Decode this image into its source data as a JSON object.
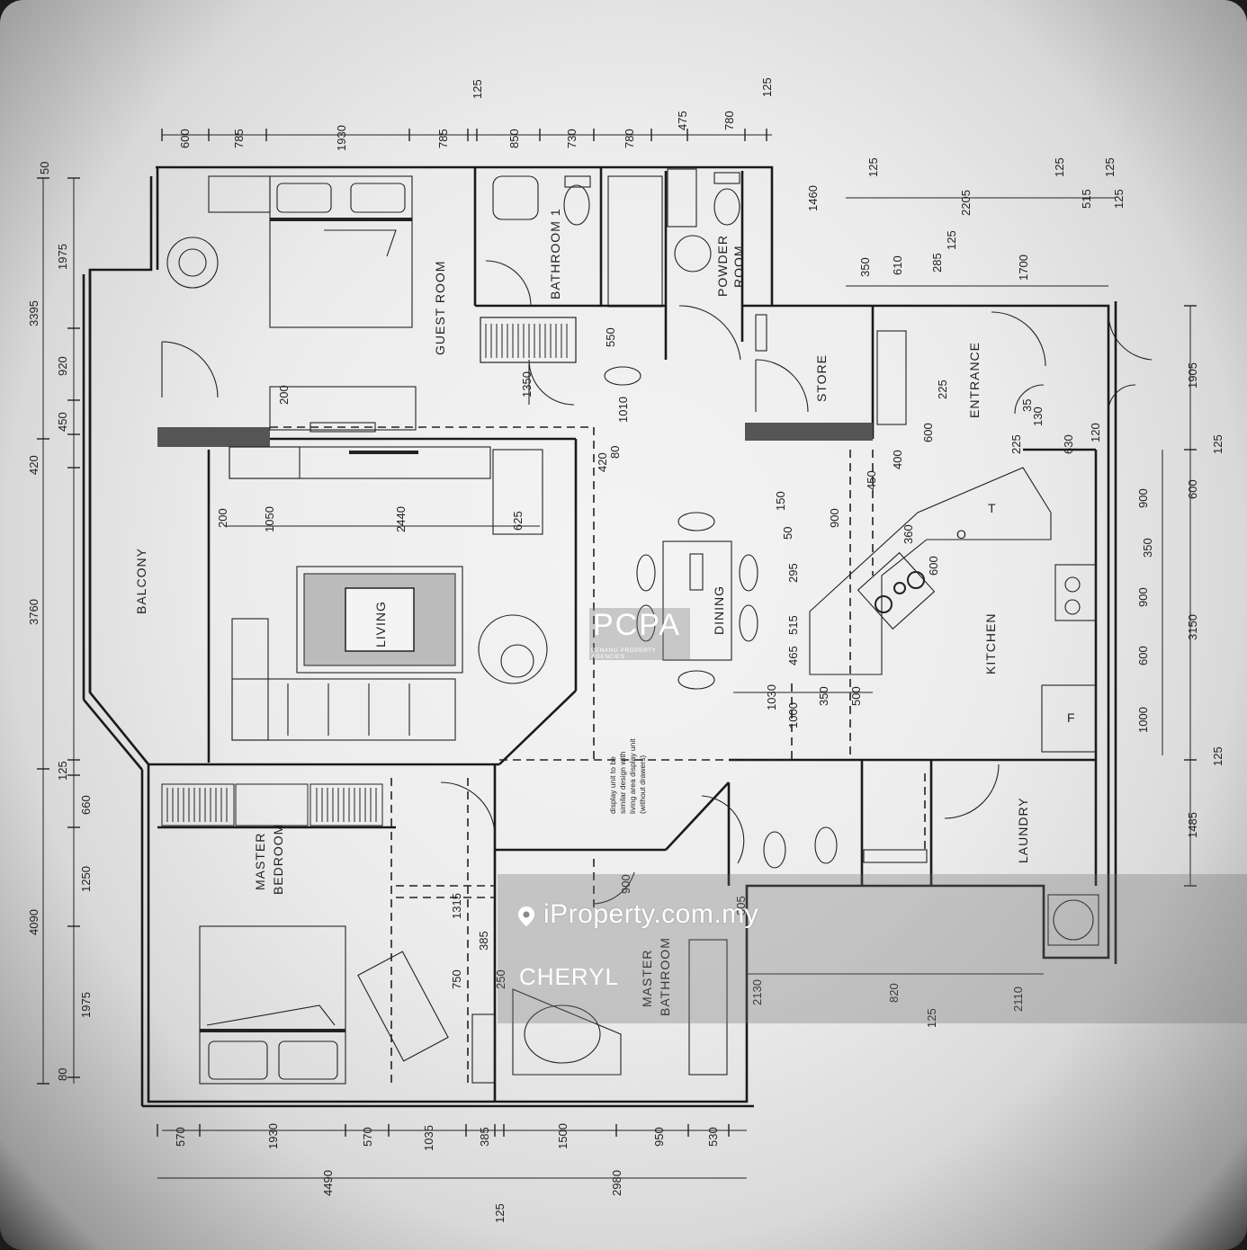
{
  "rooms": {
    "guest_room": "GUEST ROOM",
    "bathroom_1": "BATHROOM 1",
    "powder_room_line1": "POWDER",
    "powder_room_line2": "ROOM",
    "store": "STORE",
    "entrance": "ENTRANCE",
    "balcony": "BALCONY",
    "living": "LIVING",
    "dining": "DINING",
    "kitchen": "KITCHEN",
    "laundry": "LAUNDRY",
    "master_bedroom_line1": "MASTER",
    "master_bedroom_line2": "BEDROOM",
    "master_bathroom_line1": "MASTER",
    "master_bathroom_line2": "BATHROOM"
  },
  "fixtures": {
    "oven": "O",
    "tank": "T",
    "fridge": "F"
  },
  "note": {
    "lines": [
      "display unit to be",
      "similar design with",
      "living area display unit",
      "(without drawers)"
    ]
  },
  "dimensions": {
    "top": [
      "600",
      "785",
      "1930",
      "785",
      "125",
      "850",
      "730",
      "780",
      "475",
      "780",
      "125"
    ],
    "left": [
      "50",
      "1975",
      "3395",
      "920",
      "450",
      "420",
      "3760",
      "125",
      "660",
      "1250",
      "4090",
      "1975",
      "80"
    ],
    "bottom_row1": [
      "570",
      "1930",
      "570",
      "1035",
      "385",
      "1500",
      "950",
      "530"
    ],
    "bottom_row2": [
      "4490",
      "2980"
    ],
    "bottom_125": "125",
    "right_upper": [
      "125",
      "1460",
      "125",
      "2205",
      "125",
      "515",
      "125"
    ],
    "right_row2": [
      "350",
      "610",
      "285",
      "125",
      "1700"
    ],
    "right_side": [
      "1905",
      "125",
      "600",
      "900",
      "350",
      "900",
      "3150",
      "600",
      "1000",
      "125",
      "1485"
    ],
    "interior": [
      "1350",
      "550",
      "1010",
      "80",
      "420",
      "200",
      "1050",
      "2440",
      "625",
      "200",
      "225",
      "600",
      "400",
      "450",
      "150",
      "900",
      "50",
      "295",
      "515",
      "465",
      "1030",
      "1000",
      "350",
      "500",
      "360",
      "600",
      "35",
      "120",
      "130",
      "630",
      "225",
      "900",
      "1315",
      "385",
      "750",
      "250",
      "305",
      "2130",
      "820",
      "125",
      "2110"
    ]
  },
  "watermark": {
    "site": "iProperty.com.my",
    "agent": "CHERYL"
  },
  "logo": {
    "mark": "PCPA",
    "subtitle": "PENANG PROPERTY AGENCIES"
  }
}
